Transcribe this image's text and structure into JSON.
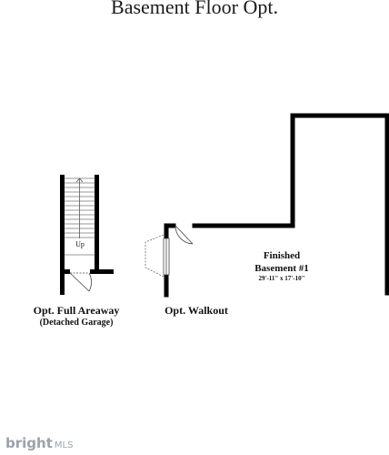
{
  "title": "Basement Floor Opt.",
  "labels": {
    "areaway": "Opt. Full Areaway",
    "areaway_note": "(Detached Garage)",
    "walkout": "Opt. Walkout",
    "finished_line1": "Finished",
    "finished_line2": "Basement #1",
    "finished_dims": "29'-11\" x 17'-10\"",
    "stair_up": "Up"
  },
  "watermark": {
    "brand": "bright",
    "suffix": "MLS"
  },
  "colors": {
    "wall": "#000000",
    "line": "#555555",
    "watermark": "#9aa3ad"
  }
}
